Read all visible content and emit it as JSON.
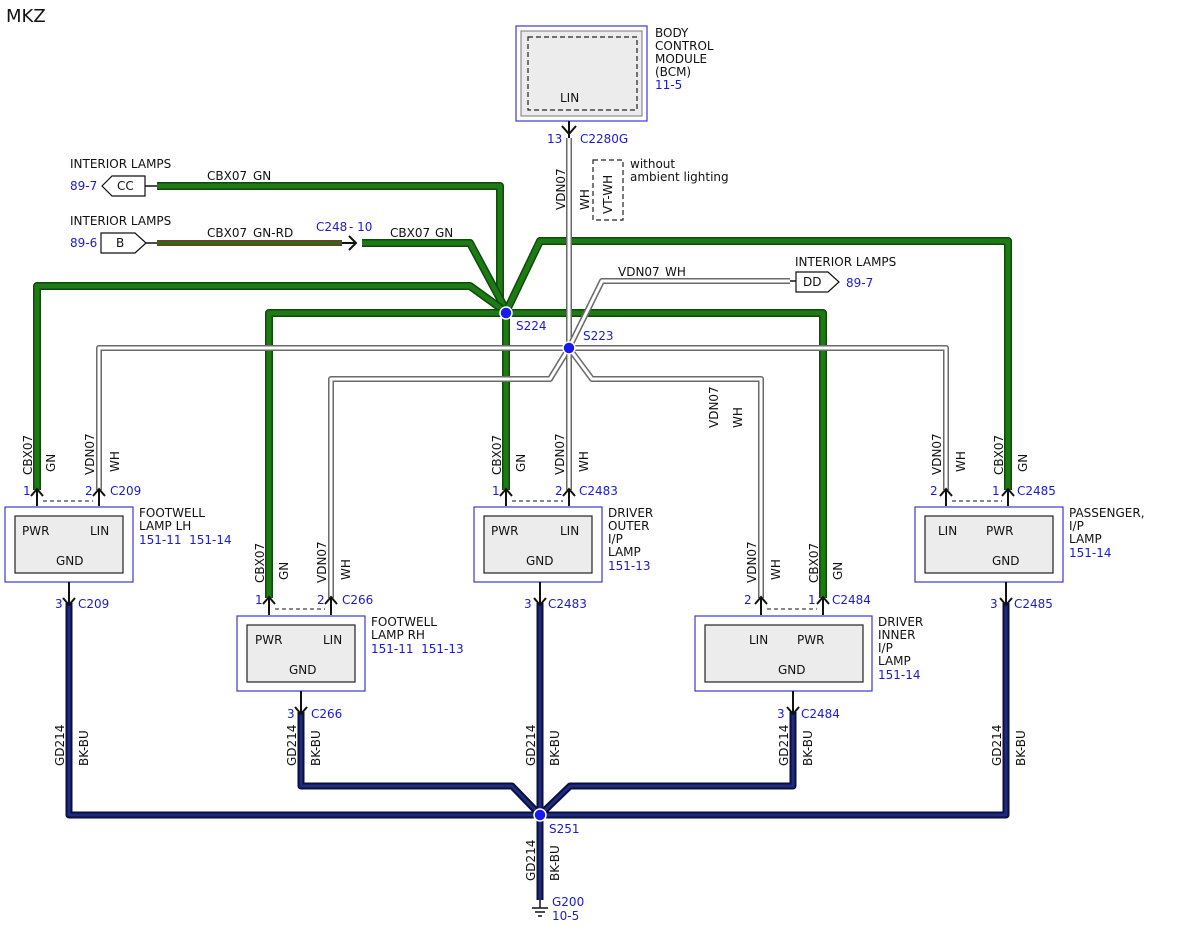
{
  "title": "MKZ",
  "bcm": {
    "name_lines": [
      "BODY",
      "CONTROL",
      "MODULE",
      "(BCM)"
    ],
    "ref": "11-5",
    "pin": "LIN",
    "pin_no": "13",
    "connector": "C2280G"
  },
  "interior_cc": {
    "label": "INTERIOR LAMPS",
    "ref": "89-7",
    "tag": "CC",
    "circuit": "CBX07",
    "color": "GN"
  },
  "interior_b": {
    "label": "INTERIOR LAMPS",
    "ref": "89-6",
    "tag": "B",
    "circuit": "CBX07",
    "color": "GN-RD",
    "inline": "C248",
    "inline_pin": "- 10",
    "circuit2": "CBX07",
    "color2": "GN"
  },
  "interior_dd": {
    "label": "INTERIOR LAMPS",
    "ref": "89-7",
    "tag": "DD",
    "circuit": "VDN07",
    "color": "WH"
  },
  "note": {
    "lines": [
      "without",
      "ambient lighting"
    ],
    "wire_color": "VT-WH"
  },
  "main_lin": {
    "circuit": "VDN07",
    "color": "WH"
  },
  "splices": {
    "s224": "S224",
    "s223": "S223",
    "s251": "S251"
  },
  "driver_inner_lin": {
    "circuit": "VDN07",
    "color": "WH"
  },
  "footwell_lh": {
    "name_lines": [
      "FOOTWELL",
      "LAMP LH"
    ],
    "refs": "151-11  151-14",
    "pin_pwr": "PWR",
    "pin_lin": "LIN",
    "pin_gnd": "GND",
    "conn": "C209",
    "pin1": "1",
    "pin2": "2",
    "pin3": "3",
    "w1_circuit": "CBX07",
    "w1_color": "GN",
    "w2_circuit": "VDN07",
    "w2_color": "WH",
    "gnd_circuit": "GD214",
    "gnd_color": "BK-BU"
  },
  "footwell_rh": {
    "name_lines": [
      "FOOTWELL",
      "LAMP RH"
    ],
    "refs": "151-11  151-13",
    "pin_pwr": "PWR",
    "pin_lin": "LIN",
    "pin_gnd": "GND",
    "conn": "C266",
    "pin1": "1",
    "pin2": "2",
    "pin3": "3",
    "w1_circuit": "CBX07",
    "w1_color": "GN",
    "w2_circuit": "VDN07",
    "w2_color": "WH",
    "gnd_circuit": "GD214",
    "gnd_color": "BK-BU"
  },
  "driver_outer": {
    "name_lines": [
      "DRIVER",
      "OUTER",
      "I/P",
      "LAMP"
    ],
    "refs": "151-13",
    "pin_pwr": "PWR",
    "pin_lin": "LIN",
    "pin_gnd": "GND",
    "conn": "C2483",
    "pin1": "1",
    "pin2": "2",
    "pin3": "3",
    "w1_circuit": "CBX07",
    "w1_color": "GN",
    "w2_circuit": "VDN07",
    "w2_color": "WH",
    "gnd_circuit": "GD214",
    "gnd_color": "BK-BU"
  },
  "driver_inner": {
    "name_lines": [
      "DRIVER",
      "INNER",
      "I/P",
      "LAMP"
    ],
    "refs": "151-14",
    "pin_pwr": "PWR",
    "pin_lin": "LIN",
    "pin_gnd": "GND",
    "conn": "C2484",
    "pin1": "1",
    "pin2": "2",
    "pin3": "3",
    "w1_circuit": "CBX07",
    "w1_color": "GN",
    "w2_circuit": "VDN07",
    "w2_color": "WH",
    "gnd_circuit": "GD214",
    "gnd_color": "BK-BU"
  },
  "passenger": {
    "name_lines": [
      "PASSENGER,",
      "I/P",
      "LAMP"
    ],
    "refs": "151-14",
    "pin_pwr": "PWR",
    "pin_lin": "LIN",
    "pin_gnd": "GND",
    "conn": "C2485",
    "pin1": "1",
    "pin2": "2",
    "pin3": "3",
    "w1_circuit": "CBX07",
    "w1_color": "GN",
    "w2_circuit": "VDN07",
    "w2_color": "WH",
    "gnd_circuit": "GD214",
    "gnd_color": "BK-BU"
  },
  "ground": {
    "circuit": "GD214",
    "color": "BK-BU",
    "name": "G200",
    "ref": "10-5"
  },
  "colors": {
    "green_wire": "#1e7a14",
    "white_wire": "#bdbdbd",
    "ground_wire": "#0d1557",
    "blue_text": "#1a1ad6",
    "splice": "#1a1af0",
    "gnrd_wire": "#5a4a22"
  }
}
